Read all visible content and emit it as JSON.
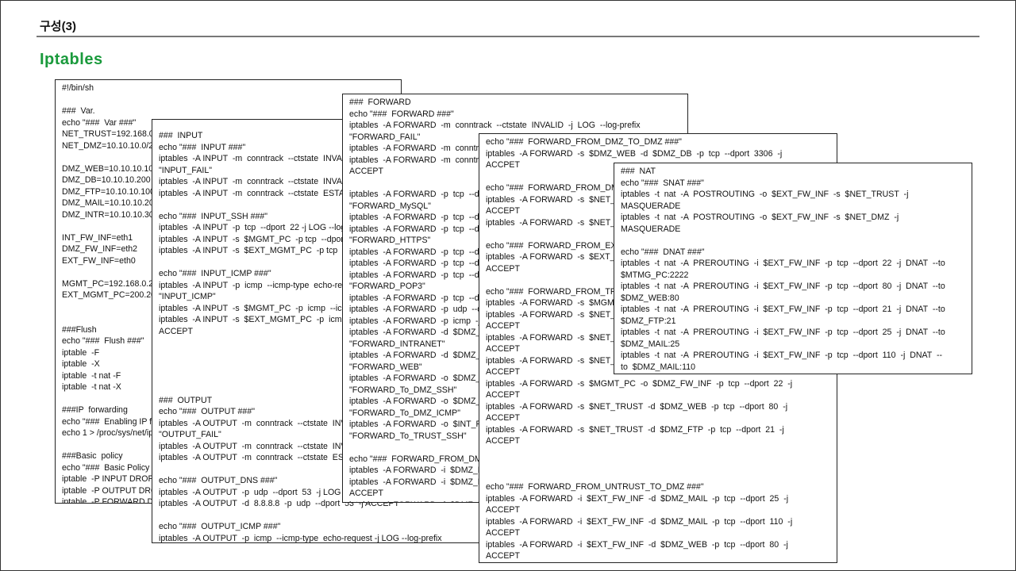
{
  "slide": {
    "section": "구성(3)",
    "title": "Iptables"
  },
  "panels": {
    "main": "#!/bin/sh\n\n###  Var.\necho \"###  Var ###\"\nNET_TRUST=192.168.0.0/24\nNET_DMZ=10.10.10.0/24\n\nDMZ_WEB=10.10.10.10\nDMZ_DB=10.10.10.200\nDMZ_FTP=10.10.10.100\nDMZ_MAIL=10.10.10.20\nDMZ_INTR=10.10.10.30\n\nINT_FW_INF=eth1\nDMZ_FW_INF=eth2\nEXT_FW_INF=eth0\n\nMGMT_PC=192.168.0.2\nEXT_MGMT_PC=200.200.200.2\n\n\n###Flush\necho \"###  Flush ###\"\niptable  -F\niptable  -X\niptable  -t nat -F\niptable  -t nat -X\n\n###IP  forwarding\necho \"###  Enabling IP forwarding ###\"\necho 1 > /proc/sys/net/ipv4/ip_forward\n\n###Basic  policy\necho \"###  Basic Policy ###\"\niptable  -P INPUT DROP\niptable  -P OUTPUT DROP\niptable  -P FORWARD DROP",
    "input_output": "###  INPUT\necho \"###  INPUT ###\"\niptables  -A INPUT  -m  conntrack  --ctstate  INVALID  -j LOG --log-prefix\n\"INPUT_FAIL\"\niptables  -A INPUT  -m  conntrack  --ctstate  INVALID  -j DROP\niptables  -A INPUT  -m  conntrack  --ctstate  ESTABLISHED,RELATED -j ACCEPT\n\necho \"###  INPUT_SSH ###\"\niptables  -A INPUT  -p  tcp  --dport  22 -j LOG --log-prefix \"INPUT_SSH\"\niptables  -A INPUT  -s  $MGMT_PC  -p tcp  --dport  22 -j ACCEPT\niptables  -A INPUT  -s  $EXT_MGMT_PC  -p tcp  --dport  22 -j ACCEPT\n\necho \"###  INPUT_ICMP ###\"\niptables  -A INPUT  -p  icmp  --icmp-type  echo-request -j LOG --log-prefix\n\"INPUT_ICMP\"\niptables  -A INPUT  -s  $MGMT_PC  -p  icmp  --icmp-type  echo-request -j ACCEPT\niptables  -A INPUT  -s  $EXT_MGMT_PC  -p  icmp  --icmp-type  echo-request -j\nACCEPT\n\n\n\n\n\n###  OUTPUT\necho \"###  OUTPUT ###\"\niptables  -A OUTPUT  -m  conntrack  --ctstate  INVALID  -j LOG --log-prefix\n\"OUTPUT_FAIL\"\niptables  -A OUTPUT  -m  conntrack  --ctstate  INVALID  -j DROP\niptables  -A OUTPUT  -m  conntrack  --ctstate  ESTABLISHED,RELATED -j ACCEPT\n\necho \"###  OUTPUT_DNS ###\"\niptables  -A OUTPUT  -p  udp  --dport  53  -j LOG --log-prefix \"OUTPUT_DNS\"\niptables  -A OUTPUT  -d  8.8.8.8  -p  udp  --dport  53  -j ACCEPT\n\necho \"###  OUTPUT_ICMP ###\"\niptables  -A OUTPUT  -p  icmp  --icmp-type  echo-request -j LOG --log-prefix\n\"OUTPUT_ICMP\"\niptables  -A OUTPUT  -p  icmp  --icmp-type  echo-request  -j  ACCEPT",
    "forward": "###  FORWARD\necho \"###  FORWARD ###\"\niptables  -A FORWARD  -m  conntrack  --ctstate  INVALID  -j  LOG  --log-prefix\n\"FORWARD_FAIL\"\niptables  -A FORWARD  -m  conntrack  --ctstate  INVALID  -j DROP\niptables  -A FORWARD  -m  conntrack  --ctstate  ESTABLISHED,RELATED -j\nACCEPT\n\niptables  -A FORWARD  -p  tcp  --dport  3306  -j LOG --log-prefix\n\"FORWARD_MySQL\"\niptables  -A FORWARD  -p  tcp  --dport  80  -j LOG --log-prefix \"FORWARD_HTTP\"\niptables  -A FORWARD  -p  tcp  --dport  443  -j LOG --log-prefix\n\"FORWARD_HTTPS\"\niptables  -A FORWARD  -p  tcp  --dport  21  -j LOG --log-prefix \"FORWARD_FTP\"\niptables  -A FORWARD  -p  tcp  --dport  25  -j LOG --log-prefix \"FORWARD_SMTP\"\niptables  -A FORWARD  -p  tcp  --dport  110  -j LOG --log-prefix\n\"FORWARD_POP3\"\niptables  -A FORWARD  -p  tcp  --dport  22  -j LOG --log-prefix \"FORWARD_SSH\"\niptables  -A FORWARD  -p  udp  --dport  53  -j LOG --log-prefix \"FORWARD_DNS\"\niptables  -A FORWARD  -p  icmp  -j LOG --log-prefix \"FORWARD_ICMP\"\niptables  -A FORWARD  -d  $DMZ_INTR  -j LOG --log-prefix\n\"FORWARD_INTRANET\"\niptables  -A FORWARD  -d  $DMZ_WEB  -j LOG --log-prefix\n\"FORWARD_WEB\"\niptables  -A FORWARD  -o  $DMZ_FW_INF  -p tcp  --dport  22  -j LOG --log-prefix\n\"FORWARD_To_DMZ_SSH\"\niptables  -A FORWARD  -o  $DMZ_FW_INF  -p icmp  -j LOG --log-prefix\n\"FORWARD_To_DMZ_ICMP\"\niptables  -A FORWARD  -o  $INT_FW_INF  -p tcp  --dport  22  -j LOG --log-prefix\n\"FORWARD_To_TRUST_SSH\"\n\necho \"###  FORWARD_FROM_DMZ_TO_UNTRUST ###\"\niptables  -A FORWARD  -i  $DMZ_FW_INF  -o  $EXT_FW_INF  -j ACCEPT\niptables  -A FORWARD  -i  $DMZ_FW_INF  -o  $EXT_FW_INF  -p  udp  -j\nACCEPT\niptables  -A FORWARD  -i  $DMZ_FW_INF  -o  $EXT_FW_INF  -p  icmp  -j\nACCEPT\niptables  -A FORWARD  -s  $NET_TRUST  -o  $EXT_FW_INF  -j ACCEPT",
    "forward_dmz": "echo \"###  FORWARD_FROM_DMZ_TO_DMZ ###\"\niptables  -A FORWARD  -s  $DMZ_WEB  -d  $DMZ_DB  -p  tcp  --dport  3306  -j\nACCPET\n\necho \"###  FORWARD_FROM_DMZ_TO_TRUST ###\"\niptables  -A FORWARD  -s  $NET_DMZ  -d  $NET_TRUST  -p  tcp  -j\nACCEPT\niptables  -A FORWARD  -s  $NET_DMZ  -p  icmp  -j ACCEPT\n\necho \"###  FORWARD_FROM_EXT_TO_DMZ ###\"\niptables  -A FORWARD  -s  $EXT_MGMT_PC  -o  $DMZ_FW_INF  -p  tcp  -j\nACCEPT\n\necho \"###  FORWARD_FROM_TRUST_TO_DMZ ###\"\niptables  -A FORWARD  -s  $MGMT_PC  -o  $DMZ_FW_INF  -p  icmp  -j ACCEPT\niptables  -A FORWARD  -s  $NET_TRUST  -d  $DMZ_INTR  -p  tcp  --dport  80  -j\nACCEPT\niptables  -A FORWARD  -s  $NET_TRUST  -d  $DMZ_MAIL  -p  tcp  --dport  25  -j\nACCEPT\niptables  -A FORWARD  -s  $NET_TRUST  -d  $DMZ_MAIL  -p  tcp  --dport  110  -j\nACCEPT\niptables  -A FORWARD  -s  $MGMT_PC  -o  $DMZ_FW_INF  -p  tcp  --dport  22  -j\nACCEPT\niptables  -A FORWARD  -s  $NET_TRUST  -d  $DMZ_WEB  -p  tcp  --dport  80  -j\nACCEPT\niptables  -A FORWARD  -s  $NET_TRUST  -d  $DMZ_FTP  -p  tcp  --dport  21  -j\nACCEPT\n\n\n\necho \"###  FORWARD_FROM_UNTRUST_TO_DMZ ###\"\niptables  -A FORWARD  -i  $EXT_FW_INF  -d  $DMZ_MAIL  -p  tcp  --dport  25  -j\nACCEPT\niptables  -A FORWARD  -i  $EXT_FW_INF  -d  $DMZ_MAIL  -p  tcp  --dport  110  -j\nACCEPT\niptables  -A FORWARD  -i  $EXT_FW_INF  -d  $DMZ_WEB  -p  tcp  --dport  80  -j\nACCEPT",
    "nat": "###  NAT\necho \"###  SNAT ###\"\niptables  -t  nat  -A  POSTROUTING  -o  $EXT_FW_INF  -s  $NET_TRUST  -j\nMASQUERADE\niptables  -t  nat  -A  POSTROUTING  -o  $EXT_FW_INF  -s  $NET_DMZ  -j\nMASQUERADE\n\necho \"###  DNAT ###\"\niptables  -t  nat  -A  PREROUTING  -i  $EXT_FW_INF  -p  tcp  --dport  22  -j  DNAT  --to\n$MTMG_PC:2222\niptables  -t  nat  -A  PREROUTING  -i  $EXT_FW_INF  -p  tcp  --dport  80  -j  DNAT  --to\n$DMZ_WEB:80\niptables  -t  nat  -A  PREROUTING  -i  $EXT_FW_INF  -p  tcp  --dport  21  -j  DNAT  --to\n$DMZ_FTP:21\niptables  -t  nat  -A  PREROUTING  -i  $EXT_FW_INF  -p  tcp  --dport  25  -j  DNAT  --to\n$DMZ_MAIL:25\niptables  -t  nat  -A  PREROUTING  -i  $EXT_FW_INF  -p  tcp  --dport  110  -j  DNAT  --\nto  $DMZ_MAIL:110"
  }
}
